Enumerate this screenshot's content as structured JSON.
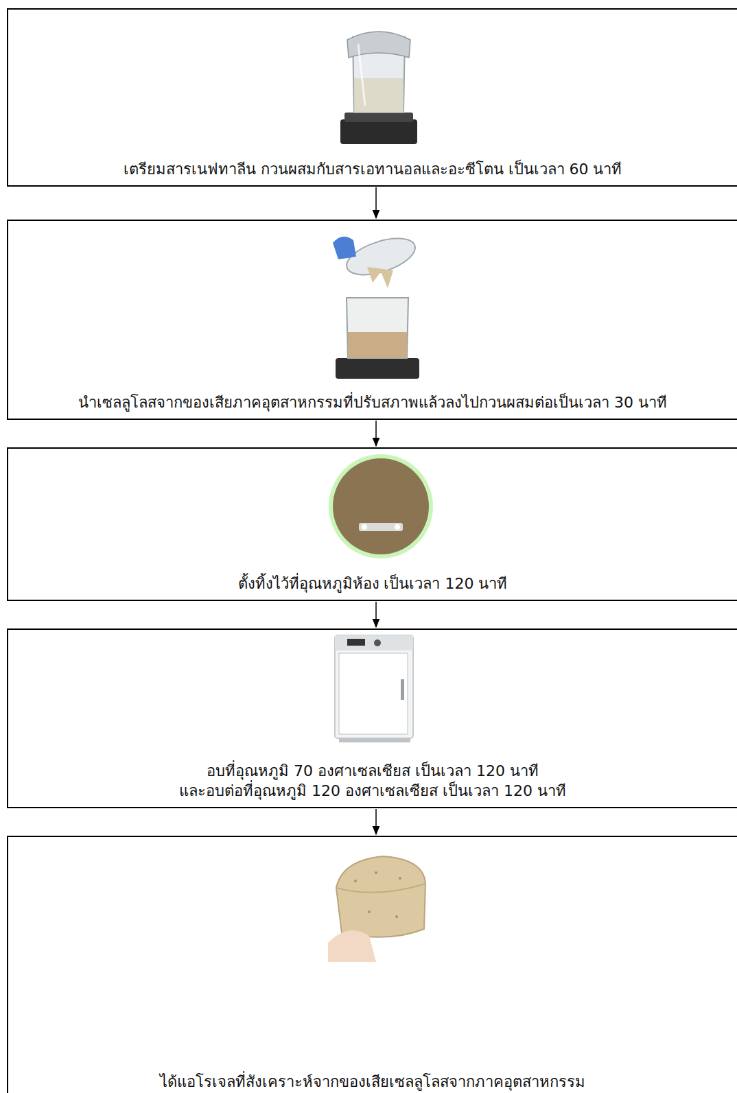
{
  "diagram": {
    "nodes": [
      {
        "text": [
          "เตรียมสารเนฟทาลีน กวนผสมกับสารเอทานอลและอะซีโตน เป็นเวลา 60 นาที"
        ]
      },
      {
        "text": [
          "นำเซลลูโลสจากของเสียภาคอุตสาหกรรมที่ปรับสภาพแล้วลงไปกวนผสมต่อเป็นเวลา 30 นาที"
        ]
      },
      {
        "text": [
          "ตั้งทิ้งไว้ที่อุณหภูมิห้อง เป็นเวลา 120 นาที"
        ]
      },
      {
        "text": [
          "อบที่อุณหภูมิ 70 องศาเซลเซียส เป็นเวลา 120 นาที",
          "และอบต่อที่อุณหภูมิ 120 องศาเซลเซียส เป็นเวลา 120 นาที"
        ]
      },
      {
        "text": [
          "ได้แอโรเจลที่สังเคราะห์จากของเสียเซลลูโลสจากภาคอุตสาหกรรม"
        ]
      }
    ],
    "edges": [
      {
        "from": 0,
        "to": 1,
        "arrow": "to"
      },
      {
        "from": 1,
        "to": 2,
        "arrow": "to"
      },
      {
        "from": 2,
        "to": 3,
        "arrow": "to"
      },
      {
        "from": 3,
        "to": 4,
        "arrow": "to"
      }
    ]
  }
}
